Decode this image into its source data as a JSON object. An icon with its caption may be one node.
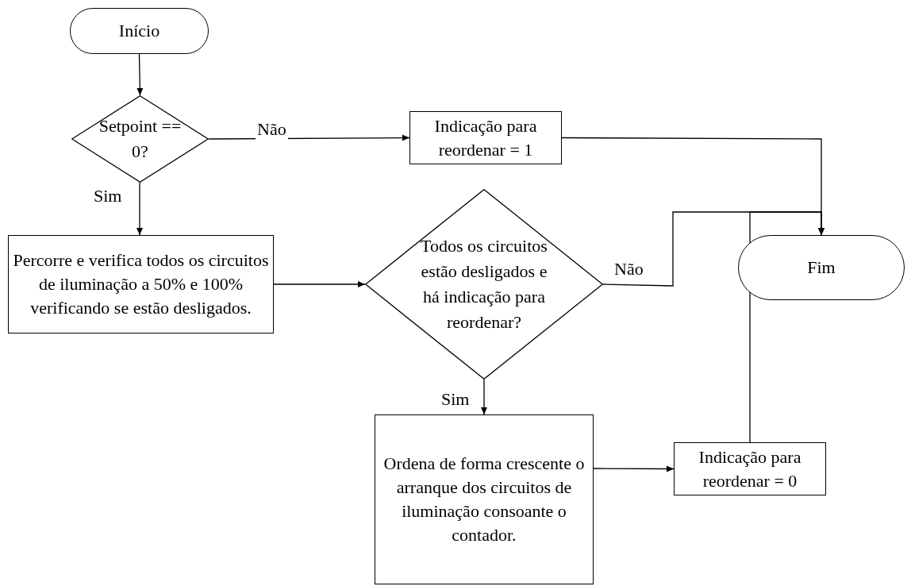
{
  "diagram": {
    "nodes": [
      {
        "text": [
          "Início"
        ]
      },
      {
        "text": [
          "Setpoint == 0?"
        ]
      },
      {
        "text": [
          "Indicação para reordenar = 1"
        ]
      },
      {
        "text": [
          "Percorre e verifica todos os circuitos de iluminação a 50% e 100% verificando se estão desligados."
        ]
      },
      {
        "text": [
          "Todos os circuitos estão desligados e há indicação para reordenar?"
        ]
      },
      {
        "text": [
          "Fim"
        ]
      },
      {
        "text": [
          "Ordena de forma crescente o arranque dos circuitos de iluminação consoante o contador."
        ]
      },
      {
        "text": [
          "Indicação para reordenar = 0"
        ]
      }
    ],
    "edges": [
      {
        "from": 0,
        "to": 1,
        "arrow": "to"
      },
      {
        "from": 1,
        "to": 2,
        "arrow": "to",
        "label": "Não"
      },
      {
        "from": 1,
        "to": 3,
        "arrow": "to",
        "label": "Sim"
      },
      {
        "from": 2,
        "to": 5,
        "arrow": "to"
      },
      {
        "from": 3,
        "to": 4,
        "arrow": "to"
      },
      {
        "from": 4,
        "to": 5,
        "arrow": "to",
        "label": "Não"
      },
      {
        "from": 4,
        "to": 6,
        "arrow": "to",
        "label": "Sim"
      },
      {
        "from": 6,
        "to": 7,
        "arrow": "to"
      },
      {
        "from": 7,
        "to": 5,
        "arrow": "to"
      }
    ]
  }
}
